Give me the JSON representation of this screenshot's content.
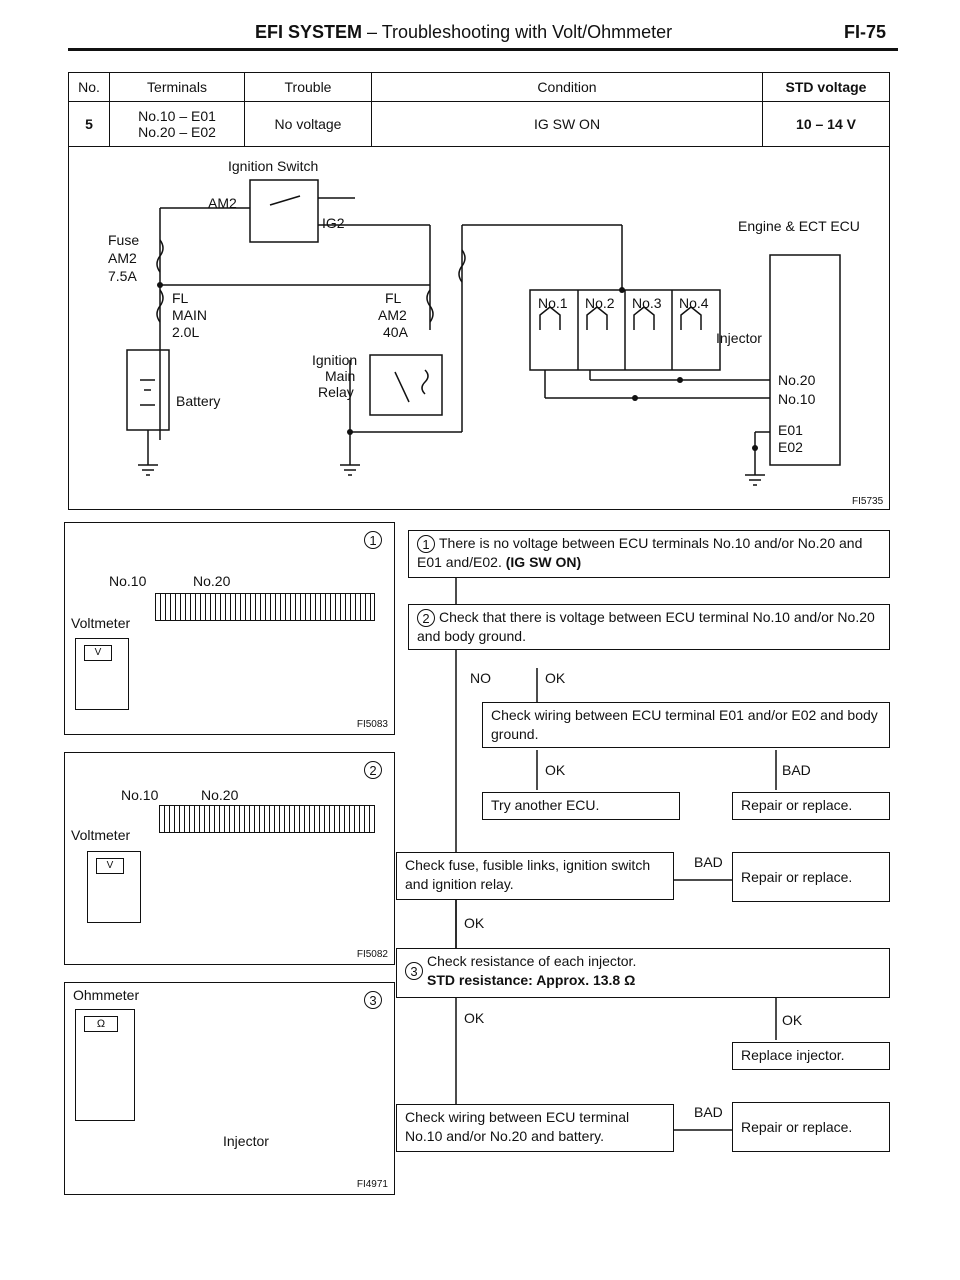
{
  "header": {
    "title_bold": "EFI SYSTEM",
    "title_rest": " – Troubleshooting with Volt/Ohmmeter",
    "page": "FI-75"
  },
  "spec_table": {
    "headers": [
      "No.",
      "Terminals",
      "Trouble",
      "Condition",
      "STD voltage"
    ],
    "row": {
      "no": "5",
      "terminals_line1": "No.10 – E01",
      "terminals_line2": "No.20 – E02",
      "trouble": "No voltage",
      "condition": "IG SW ON",
      "std_voltage": "10 – 14 V"
    }
  },
  "wiring": {
    "ignition_switch": "Ignition Switch",
    "am2": "AM2",
    "ig2": "IG2",
    "fuse_am2_1": "Fuse",
    "fuse_am2_2": "AM2",
    "fuse_am2_3": "7.5A",
    "fl_main_1": "FL",
    "fl_main_2": "MAIN",
    "fl_main_3": "2.0L",
    "fl_am2_1": "FL",
    "fl_am2_2": "AM2",
    "fl_am2_3": "40A",
    "battery": "Battery",
    "relay_1": "Ignition",
    "relay_2": "Main",
    "relay_3": "Relay",
    "ecu": "Engine & ECT ECU",
    "inj_1": "No.1",
    "inj_2": "No.2",
    "inj_3": "No.3",
    "inj_4": "No.4",
    "injector": "Injector",
    "t_no20": "No.20",
    "t_no10": "No.10",
    "t_e01": "E01",
    "t_e02": "E02",
    "fig_code": "FI5735"
  },
  "illustrations": {
    "fig1": {
      "num": "1",
      "code": "FI5083",
      "l_no10": "No.10",
      "l_no20": "No.20",
      "voltmeter": "Voltmeter",
      "v": "V"
    },
    "fig2": {
      "num": "2",
      "code": "FI5082",
      "l_no10": "No.10",
      "l_no20": "No.20",
      "voltmeter": "Voltmeter",
      "v": "V"
    },
    "fig3": {
      "num": "3",
      "code": "FI4971",
      "ohmmeter": "Ohmmeter",
      "omega": "Ω",
      "injector": "Injector"
    }
  },
  "flow": {
    "step1_num": "1",
    "step1_text": "There is no voltage between ECU terminals No.10 and/or No.20 and E01 and/E02.",
    "step1_bold": "(IG SW ON)",
    "step2_num": "2",
    "step2_text": "Check that there is voltage between ECU terminal No.10 and/or No.20 and body ground.",
    "no": "NO",
    "ok1": "OK",
    "check_wiring_ground": "Check wiring between ECU terminal E01 and/or E02 and body ground.",
    "ok2": "OK",
    "bad1": "BAD",
    "try_ecu": "Try another ECU.",
    "repair1": "Repair or replace.",
    "check_fuse": "Check fuse, fusible links, ignition switch and ignition relay.",
    "bad2": "BAD",
    "repair2": "Repair or replace.",
    "ok3": "OK",
    "step3_num": "3",
    "step3_text": "Check resistance of each injector.",
    "step3_bold": "STD resistance:  Approx. 13.8 Ω",
    "ok4": "OK",
    "ok5": "OK",
    "replace_injector": "Replace injector.",
    "check_battery": "Check wiring between ECU terminal No.10 and/or No.20 and battery.",
    "bad3": "BAD",
    "repair3": "Repair or replace."
  }
}
